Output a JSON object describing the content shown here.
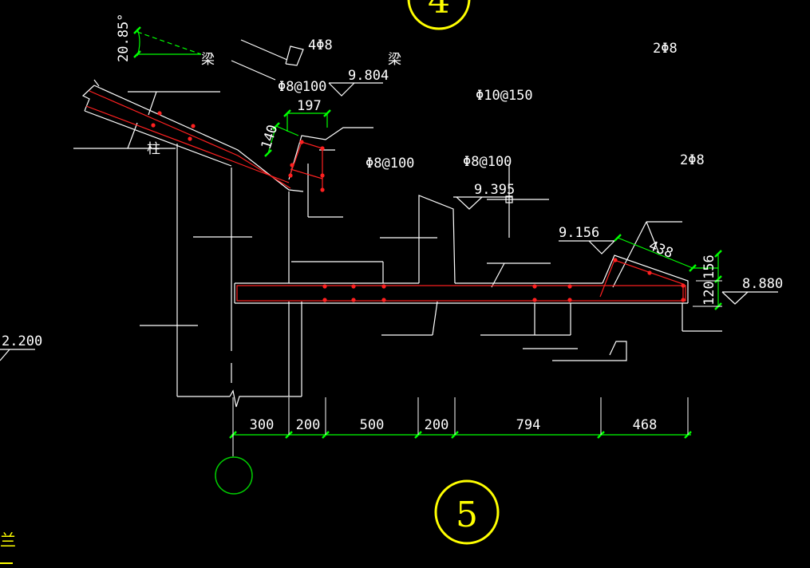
{
  "canvas": {
    "background": "#000000"
  },
  "colors": {
    "outline": "#ffffff",
    "rebar": "#ff2020",
    "dimension": "#00ff00",
    "axis_bubble": "#ffff00",
    "axis_bubble_green": "#00cc00"
  },
  "labels": {
    "angle": "20.85°",
    "beam_top": "梁",
    "beam_right": "梁",
    "column": "柱",
    "rebar_4phi8": "4Φ8",
    "rebar_phi8_100_a": "Φ8@100",
    "rebar_phi8_100_b": "Φ8@100",
    "rebar_phi8_100_c": "Φ8@100",
    "rebar_phi10_150": "Φ10@150",
    "rebar_2phi8_a": "2Φ8",
    "rebar_2phi8_b": "2Φ8",
    "dim_197": "197",
    "dim_140": "140",
    "dim_438": "438",
    "dim_156": "156",
    "dim_120": "120"
  },
  "elevations": [
    "9.804",
    "9.395",
    "9.156",
    "8.880",
    "2.200"
  ],
  "dimension_chain": [
    "300",
    "200",
    "500",
    "200",
    "794",
    "468"
  ],
  "axis_bubbles": {
    "top": "4",
    "bottom": "5",
    "left_empty": ""
  },
  "corner_glyph": "兰"
}
